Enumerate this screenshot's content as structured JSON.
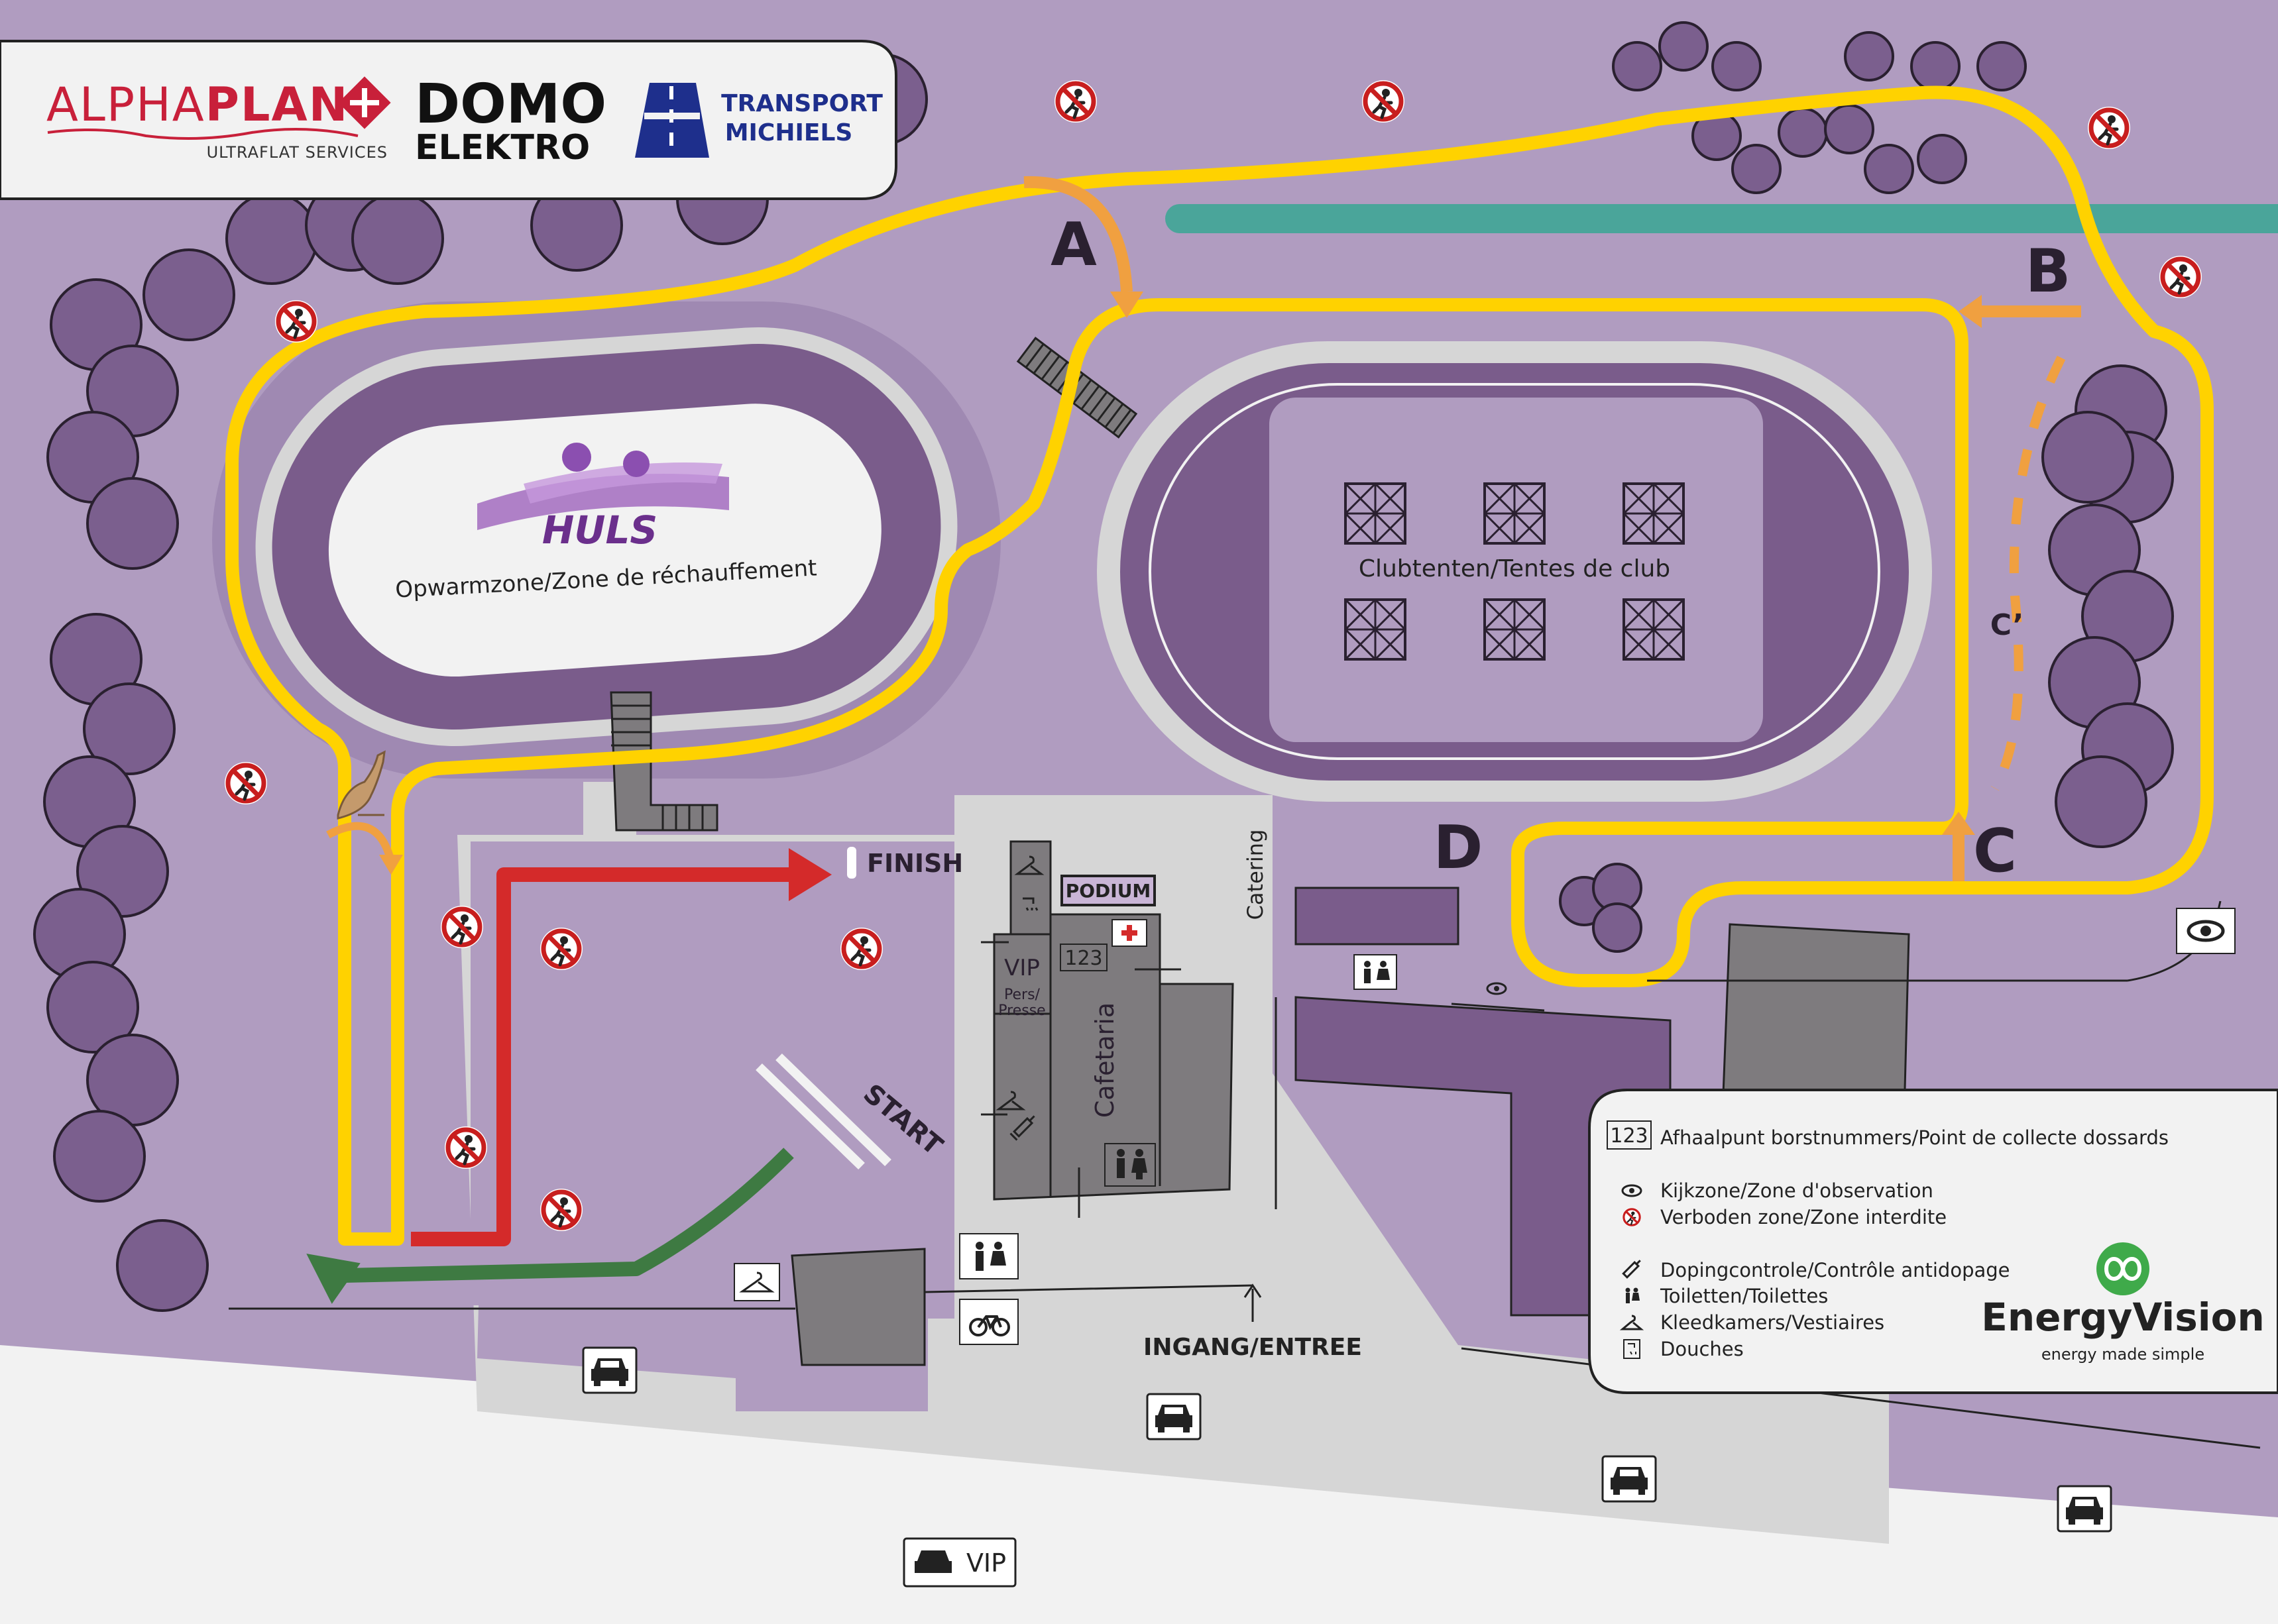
{
  "sponsors": {
    "alphaplan": {
      "name_part1": "ALPHA",
      "name_part2": "PLAN",
      "tagline": "ULTRAFLAT SERVICES"
    },
    "domo": {
      "line1": "DOMO",
      "line2": "ELEKTRO"
    },
    "transport": {
      "line1": "TRANSPORT",
      "line2": "MICHIELS"
    },
    "energyvision": {
      "name": "EnergyVision",
      "tagline": "energy made simple"
    }
  },
  "map": {
    "warmup_logo_text": "HULS",
    "warmup_label": "Opwarmzone/Zone de réchauffement",
    "club_tents_label": "Clubtenten/Tentes de club",
    "finish_label": "FINISH",
    "start_label": "START",
    "podium_label": "PODIUM",
    "vip_label": "VIP",
    "press_label_1": "Pers/",
    "press_label_2": "Presse",
    "cafetaria_label": "Cafetaria",
    "catering_label": "Catering",
    "bib_number_label": "123",
    "entrance_label": "INGANG/ENTREE",
    "vip_parking_label": "VIP",
    "point_a": "A",
    "point_b": "B",
    "point_c": "C",
    "point_c_prime": "C’",
    "point_d": "D"
  },
  "legend": {
    "items": [
      {
        "icon": "number-123-icon",
        "symbol": "123",
        "text": "Afhaalpunt borstnummers/Point de collecte dossards"
      },
      {
        "icon": "eye-icon",
        "text": "Kijkzone/Zone d'observation"
      },
      {
        "icon": "no-entry-icon",
        "text": "Verboden zone/Zone interdite"
      },
      {
        "icon": "syringe-icon",
        "text": "Dopingcontrole/Contrôle antidopage"
      },
      {
        "icon": "toilet-icon",
        "text": "Toiletten/Toilettes"
      },
      {
        "icon": "hanger-icon",
        "text": "Kleedkamers/Vestiaires"
      },
      {
        "icon": "shower-icon",
        "text": "Douches"
      }
    ]
  },
  "colors": {
    "background": "#b09cc0",
    "dark_purple": "#7b5f8a",
    "track_purple": "#7a5c8b",
    "tree_purple": "#7b5f8e",
    "course_yellow": "#ffd200",
    "start_red": "#d42a2a",
    "start_green": "#3e7a42",
    "arrow_orange": "#f0a040",
    "teal": "#4aa59a",
    "path_grey": "#d9d9d9",
    "building_grey": "#7e7b7e",
    "brand_red": "#c8203a",
    "brand_navy": "#1e2f8c"
  }
}
